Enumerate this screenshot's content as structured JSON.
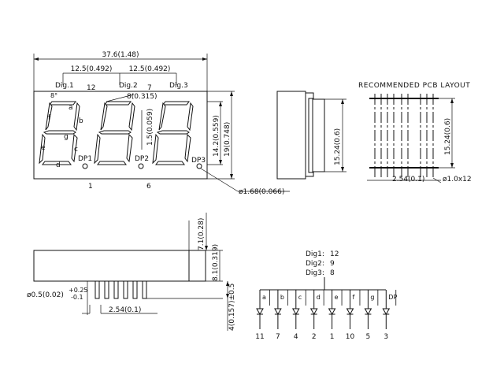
{
  "front": {
    "overall": "37.6(1.48)",
    "pitch1": "12.5(0.492)",
    "pitch2": "12.5(0.492)",
    "dig1": "Dig.1",
    "dig2": "Dig.2",
    "dig3": "Dig.3",
    "pin12": "12",
    "pin7": "7",
    "slant": "8°",
    "digit_h": "8(0.315)",
    "seg_w": "1.5(0.059)",
    "h_inner": "14.2(0.559)",
    "h_outer": "19(0.748)",
    "seg_a": "a",
    "seg_b": "b",
    "seg_c": "c",
    "seg_d": "d",
    "seg_e": "e",
    "seg_f": "f",
    "seg_g": "g",
    "dp1": "DP1",
    "dp2": "DP2",
    "dp3": "DP3",
    "pin1": "1",
    "pin6": "6",
    "dp_dia": "ø1.68(0.066)"
  },
  "side": {
    "width": "15.24(0.6)"
  },
  "pcb": {
    "title": "RECOMMENDED PCB LAYOUT",
    "row_spacing": "15.24(0.6)",
    "pitch": "2.54(0.1)",
    "hole": "ø1.0x12"
  },
  "bottom": {
    "h_total": "7.1(0.28)",
    "h_body": "8.1(0.319)",
    "lead_len": "4(0.157)±0.5",
    "lead_dia": "ø0.5(0.02)",
    "tol_plus": "+0.25",
    "tol_minus": "-0.1",
    "pitch": "2.54(0.1)"
  },
  "circuit": {
    "dig1_label": "Dig1:",
    "dig1_pin": "12",
    "dig2_label": "Dig2:",
    "dig2_pin": "9",
    "dig3_label": "Dig3:",
    "dig3_pin": "8",
    "segments": [
      "a",
      "b",
      "c",
      "d",
      "e",
      "f",
      "g",
      "DP"
    ],
    "pins": [
      "11",
      "7",
      "4",
      "2",
      "1",
      "10",
      "5",
      "3"
    ]
  }
}
